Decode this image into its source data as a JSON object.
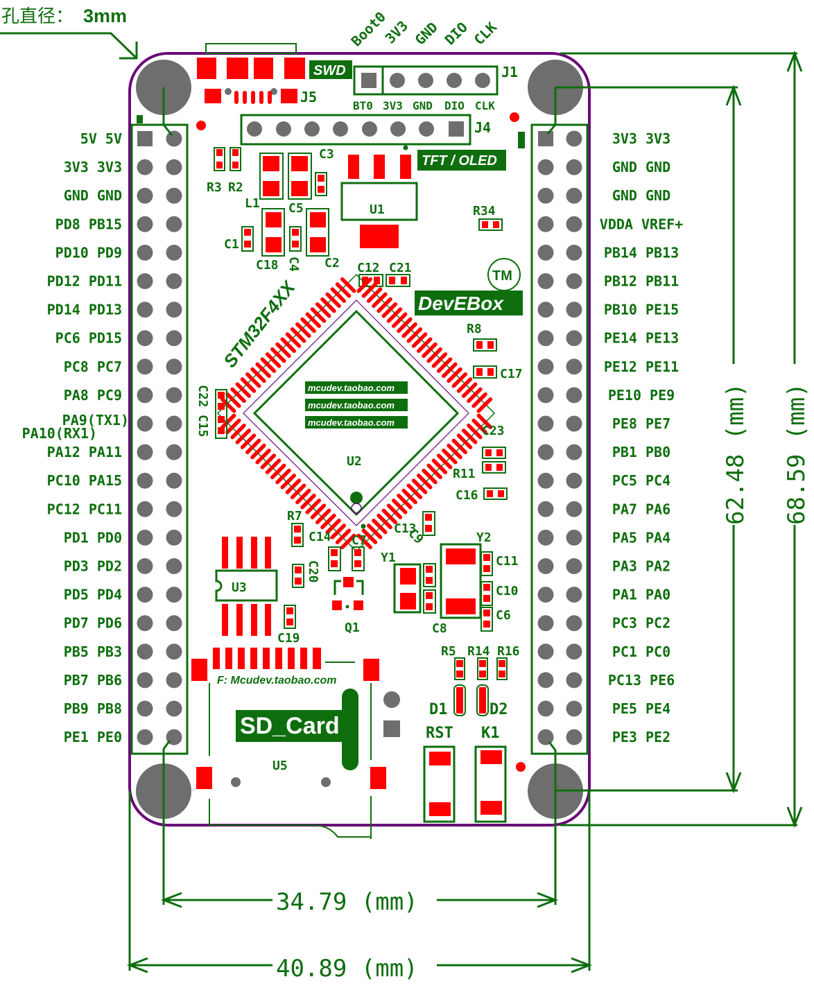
{
  "title_note": {
    "label": "孔直径：",
    "value": "3mm"
  },
  "colors": {
    "silkscreen": "#0e6e0e",
    "pad": "#ff0000",
    "hole": "#6e6e6e",
    "board_edge": "#6a0a78"
  },
  "swd_header": {
    "badge": "SWD",
    "ref": "J1",
    "rotated_labels": [
      "Boot0",
      "3V3",
      "GND",
      "DIO",
      "CLK"
    ],
    "pin_labels": [
      "BT0",
      "3V3",
      "GND",
      "DIO",
      "CLK"
    ]
  },
  "usb": {
    "ref": "J5"
  },
  "display_header": {
    "ref": "J4",
    "badge": "TFT / OLED"
  },
  "left_header": {
    "rows": [
      [
        "5V",
        "5V"
      ],
      [
        "3V3",
        "3V3"
      ],
      [
        "GND",
        "GND"
      ],
      [
        "PD8",
        "PB15"
      ],
      [
        "PD10",
        "PD9"
      ],
      [
        "PD12",
        "PD11"
      ],
      [
        "PD14",
        "PD13"
      ],
      [
        "PC6",
        "PD15"
      ],
      [
        "PC8",
        "PC7"
      ],
      [
        "PA8",
        "PC9"
      ],
      [
        "PA9(TX1)",
        "PA10(RX1)"
      ],
      [
        "PA12",
        "PA11"
      ],
      [
        "PC10",
        "PA15"
      ],
      [
        "PC12",
        "PC11"
      ],
      [
        "PD1",
        "PD0"
      ],
      [
        "PD3",
        "PD2"
      ],
      [
        "PD5",
        "PD4"
      ],
      [
        "PD7",
        "PD6"
      ],
      [
        "PB5",
        "PB3"
      ],
      [
        "PB7",
        "PB6"
      ],
      [
        "PB9",
        "PB8"
      ],
      [
        "PE1",
        "PE0"
      ]
    ]
  },
  "right_header": {
    "rows": [
      [
        "3V3",
        "3V3"
      ],
      [
        "GND",
        "GND"
      ],
      [
        "GND",
        "GND"
      ],
      [
        "VDDA",
        "VREF+"
      ],
      [
        "PB14",
        "PB13"
      ],
      [
        "PB12",
        "PB11"
      ],
      [
        "PB10",
        "PE15"
      ],
      [
        "PE14",
        "PE13"
      ],
      [
        "PE12",
        "PE11"
      ],
      [
        "PE10",
        "PE9"
      ],
      [
        "PE8",
        "PE7"
      ],
      [
        "PB1",
        "PB0"
      ],
      [
        "PC5",
        "PC4"
      ],
      [
        "PA7",
        "PA6"
      ],
      [
        "PA5",
        "PA4"
      ],
      [
        "PA3",
        "PA2"
      ],
      [
        "PA1",
        "PA0"
      ],
      [
        "PC3",
        "PC2"
      ],
      [
        "PC1",
        "PC0"
      ],
      [
        "PC13",
        "PE6"
      ],
      [
        "PE5",
        "PE4"
      ],
      [
        "PE3",
        "PE2"
      ]
    ]
  },
  "components": {
    "R3": "R3",
    "R2": "R2",
    "L1": "L1",
    "C3": "C3",
    "C5": "C5",
    "C1": "C1",
    "C18": "C18",
    "C4": "C4",
    "C2": "C2",
    "U1": "U1",
    "R34": "R34",
    "C12": "C12",
    "C21": "C21",
    "R8": "R8",
    "C17": "C17",
    "C22": "C22",
    "C15": "C15",
    "C23": "C23",
    "R11": "R11",
    "C16": "C16",
    "U2": "U2",
    "R7": "R7",
    "C14": "C14",
    "C7": "C7",
    "C13": "C13",
    "Y2": "Y2",
    "Y1": "Y1",
    "C9": "C9",
    "C11": "C11",
    "C10": "C10",
    "C6": "C6",
    "C8": "C8",
    "C20": "C20",
    "U3": "U3",
    "Q1": "Q1",
    "C19": "C19",
    "R5": "R5",
    "R14": "R14",
    "R16": "R16",
    "D1": "D1",
    "D2": "D2",
    "RST": "RST",
    "K1": "K1",
    "U5": "U5"
  },
  "mcu": {
    "label": "STM32F4XX",
    "url_badges": [
      "mcudev.taobao.com",
      "mcudev.taobao.com",
      "mcudev.taobao.com"
    ]
  },
  "brand": {
    "name": "DevEBox",
    "tm": "TM"
  },
  "sd_card": {
    "label": "SD_Card",
    "footer": "F: Mcudev.taobao.com"
  },
  "dimensions": {
    "hole_spacing_x": "34.79 (mm)",
    "board_width": "40.89 (mm)",
    "hole_spacing_y": "62.48 (mm)",
    "board_height": "68.59 (mm)"
  }
}
